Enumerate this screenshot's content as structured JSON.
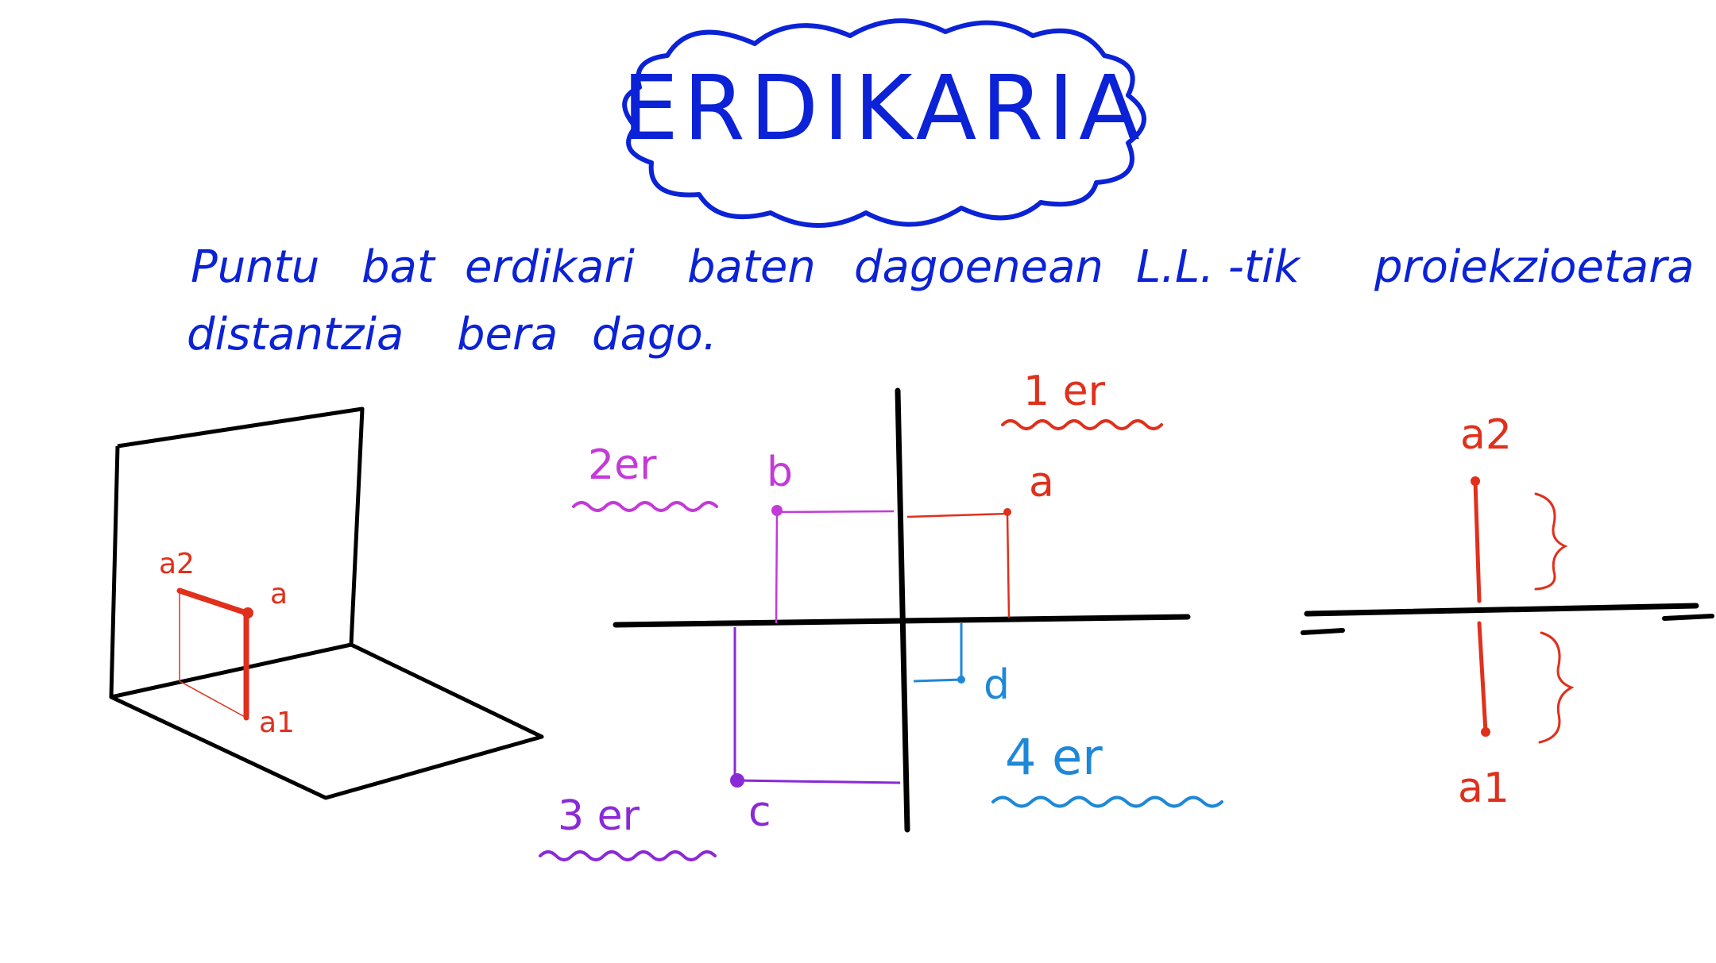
{
  "title": "ERDIKARIA",
  "statement": {
    "line1": [
      "Puntu",
      "bat",
      "erdikari",
      "baten",
      "dagoenean",
      "L.L. -tik",
      "proiekzioetara"
    ],
    "line2": [
      "distantzia",
      "bera",
      "dago."
    ]
  },
  "colors": {
    "ink": "#000000",
    "title": "#0b22d6",
    "first": "#e0301c",
    "second": "#c43ad8",
    "third": "#8a2ad6",
    "fourth": "#1e88d8"
  },
  "perspective_view": {
    "label_a2": "a2",
    "label_a": "a",
    "label_a1": "a1"
  },
  "quadrants": {
    "q1": "1 er",
    "q2": "2er",
    "q3": "3 er",
    "q4": "4 er",
    "point_a": "a",
    "point_b": "b",
    "point_c": "c",
    "point_d": "d"
  },
  "projection_view": {
    "label_a2": "a2",
    "label_a1": "a1"
  }
}
